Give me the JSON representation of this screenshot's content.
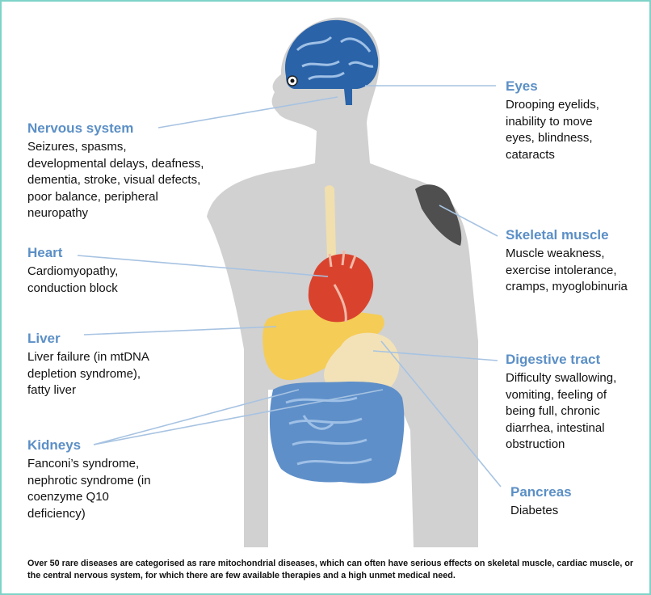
{
  "systems": [
    {
      "id": "nervous",
      "title": "Nervous system",
      "description": "Seizures, spasms,\ndevelopmental delays, deafness,\ndementia, stroke, visual defects,\npoor balance, peripheral\nneuropathy"
    },
    {
      "id": "heart",
      "title": "Heart",
      "description": "Cardiomyopathy,\nconduction block"
    },
    {
      "id": "liver",
      "title": "Liver",
      "description": "Liver failure (in mtDNA\ndepletion syndrome),\nfatty liver"
    },
    {
      "id": "kidneys",
      "title": "Kidneys",
      "description": "Fanconi’s syndrome,\nnephrotic syndrome (in\ncoenzyme Q10\ndeficiency)"
    },
    {
      "id": "eyes",
      "title": "Eyes",
      "description": "Drooping eyelids,\ninability to move\neyes, blindness,\ncataracts"
    },
    {
      "id": "skeletal",
      "title": "Skeletal muscle",
      "description": "Muscle weakness,\nexercise intolerance,\ncramps, myoglobinuria"
    },
    {
      "id": "digestive",
      "title": "Digestive tract",
      "description": "Difficulty swallowing,\nvomiting, feeling of\nbeing full, chronic\ndiarrhea, intestinal\nobstruction"
    },
    {
      "id": "pancreas",
      "title": "Pancreas",
      "description": "Diabetes"
    }
  ],
  "caption": "Over 50 rare diseases are categorised as rare mitochondrial diseases, which can often have serious effects on skeletal muscle, cardiac muscle, or the central nervous system, for which there are few available therapies and a high unmet medical need.",
  "colors": {
    "body": "#d1d1d1",
    "brain": "#2a63a8",
    "heart": "#d9432e",
    "liver": "#f5cc55",
    "stomach": "#f3e2b8",
    "intestine": "#5e8fc9",
    "muscle": "#4f4f4f",
    "label": "#5b8fc6",
    "leader": "#a7c3e2",
    "border": "#7fd3c9"
  }
}
